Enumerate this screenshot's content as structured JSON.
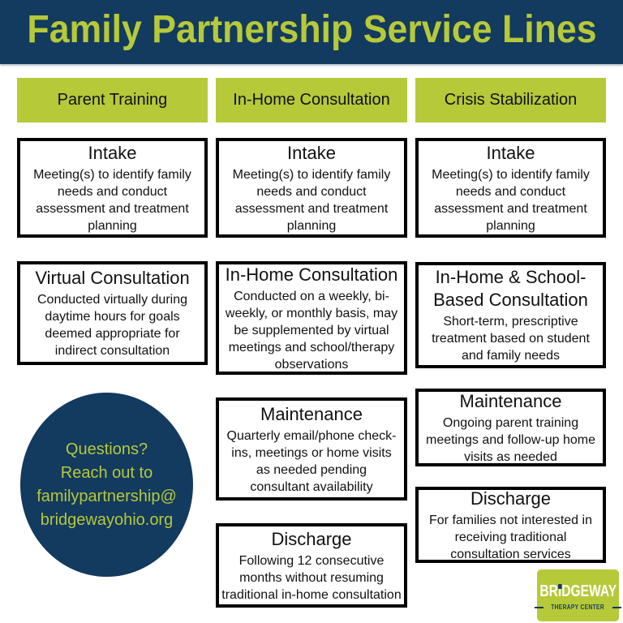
{
  "page": {
    "title": "Family Partnership Service Lines"
  },
  "colors": {
    "navy": "#133a5f",
    "lime": "#b6c939",
    "box_border": "#000000",
    "box_background": "#ffffff"
  },
  "columns": [
    {
      "header": "Parent Training",
      "boxes": [
        {
          "title": "Intake",
          "body": "Meeting(s) to identify family\nneeds and conduct\nassessment and treatment\nplanning"
        },
        {
          "title": "Virtual Consultation",
          "body": "Conducted virtually during\ndaytime hours for goals\ndeemed appropriate for\nindirect consultation"
        }
      ]
    },
    {
      "header": "In-Home Consultation",
      "boxes": [
        {
          "title": "Intake",
          "body": "Meeting(s) to identify family\nneeds and conduct\nassessment and treatment\nplanning"
        },
        {
          "title": "In-Home Consultation",
          "body": "Conducted on a weekly, bi-\nweekly, or monthly basis, may\nbe supplemented by virtual\nmeetings and school/therapy\nobservations"
        },
        {
          "title": "Maintenance",
          "body": "Quarterly email/phone check-\nins, meetings or home visits\nas needed pending\nconsultant availability"
        },
        {
          "title": "Discharge",
          "body": "Following 12 consecutive\nmonths without resuming\ntraditional in-home consultation"
        }
      ]
    },
    {
      "header": "Crisis Stabilization",
      "boxes": [
        {
          "title": "Intake",
          "body": "Meeting(s) to identify family\nneeds and conduct\nassessment and treatment\nplanning"
        },
        {
          "title": "In-Home & School-\nBased Consultation",
          "body": "Short-term, prescriptive\ntreatment based on student\nand family needs"
        },
        {
          "title": "Maintenance",
          "body": "Ongoing parent training\nmeetings and follow-up home\nvisits as needed"
        },
        {
          "title": "Discharge",
          "body": "For families not interested in\nreceiving traditional\nconsultation services"
        }
      ]
    }
  ],
  "contact": {
    "text": "Questions?\nReach out to\nfamilypartnership@\nbridgewayohio.org"
  },
  "logo": {
    "brand": "BRiDGEWAY",
    "tagline": "THERAPY CENTER"
  }
}
